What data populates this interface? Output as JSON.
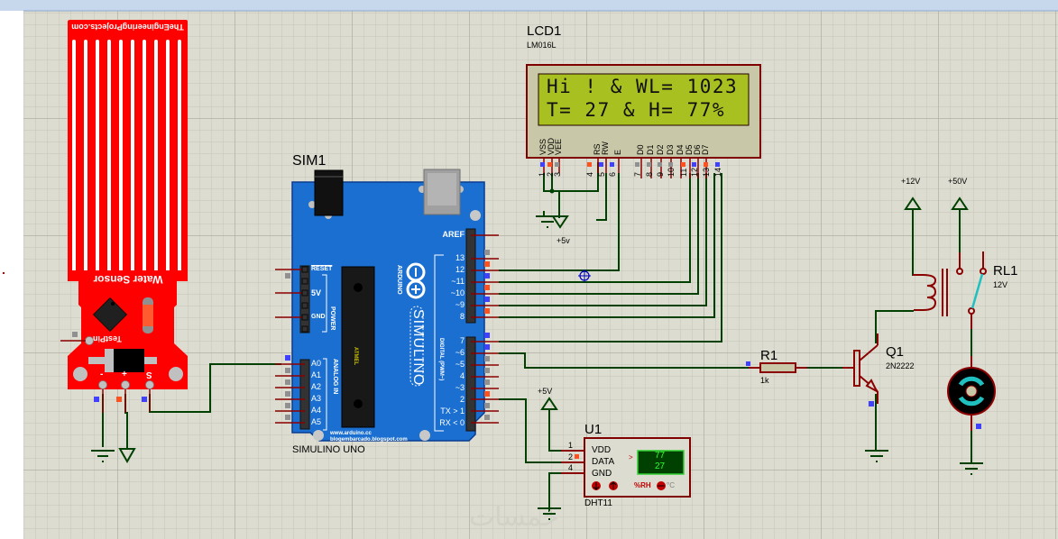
{
  "window": {
    "top_bar_color": "#c8d8ec"
  },
  "colors": {
    "wire": "#004000",
    "pin": "#8b0000",
    "sheet_bg": "#dcdcd0",
    "grid_minor": "#c8c8bc",
    "grid_major": "#b8b8ac",
    "arduino_blue": "#1a6fd0",
    "sensor_red": "#ff0000",
    "lcd_green": "#a8c020",
    "pin_high": "#ff5020",
    "pin_low": "#4040ff",
    "pin_float": "#909090"
  },
  "lcd": {
    "ref": "LCD1",
    "model": "LM016L",
    "line1": "Hi ! & WL= 1023",
    "line2": "T= 27 & H= 77%",
    "pin_names": [
      "VSS",
      "VDD",
      "VEE",
      "RS",
      "RW",
      "E",
      "D0",
      "D1",
      "D2",
      "D3",
      "D4",
      "D5",
      "D6",
      "D7"
    ],
    "pin_numbers": [
      "1",
      "2",
      "3",
      "4",
      "5",
      "6",
      "7",
      "8",
      "9",
      "10",
      "11",
      "12",
      "13",
      "14"
    ],
    "supply_label": "+5v"
  },
  "water_sensor": {
    "brand_text": "TheEngineeringProjects.com",
    "title": "Water Sensor",
    "test_pin": "TestPin",
    "pins": [
      "-",
      "+",
      "S"
    ]
  },
  "arduino": {
    "ref": "SIM1",
    "name": "SIMULINO UNO",
    "logo_text": "SIMULINO",
    "brand": "ARDUINO",
    "url1": "www.arduino.cc",
    "url2": "blogembarcado.blogspot.com",
    "chip": "ATMEL",
    "power_header": [
      "RESET",
      "5V",
      "GND"
    ],
    "power_label": "POWER",
    "analog_header": [
      "A0",
      "A1",
      "A2",
      "A3",
      "A4",
      "A5"
    ],
    "analog_label": "ANALOG IN",
    "digital_top": [
      "AREF",
      "",
      "13",
      "12",
      "~11",
      "~10",
      "~9",
      "8"
    ],
    "digital_bottom": [
      "7",
      "~6",
      "~5",
      "4",
      "~3",
      "2",
      "TX > 1",
      "RX < 0"
    ],
    "digital_label": "DIGITAL (PWM~)"
  },
  "dht": {
    "ref": "U1",
    "model": "DHT11",
    "pins": [
      {
        "num": "1",
        "name": "VDD"
      },
      {
        "num": "2",
        "name": "DATA"
      },
      {
        "num": "4",
        "name": "GND"
      }
    ],
    "humidity": "77",
    "temperature": "27",
    "unit_rh": "%RH",
    "unit_c": "°C",
    "supply_label": "+5V",
    "arrow": ">"
  },
  "resistor": {
    "ref": "R1",
    "value": "1k"
  },
  "transistor": {
    "ref": "Q1",
    "model": "2N2222"
  },
  "relay": {
    "ref": "RL1",
    "value": "12V"
  },
  "rails": {
    "coil": "+12V",
    "load": "+50V"
  }
}
